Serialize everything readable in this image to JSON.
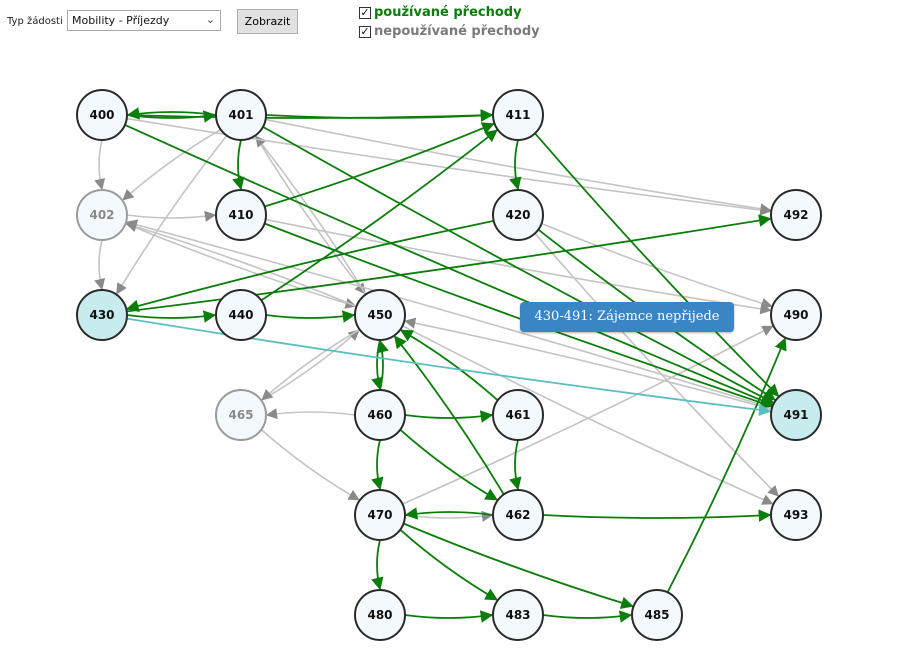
{
  "toolbar": {
    "type_label": "Typ žádosti",
    "type_value": "Mobility - Příjezdy",
    "show_button": "Zobrazit",
    "legend_used": "používané přechody",
    "legend_unused": "nepoužívané přechody",
    "legend_used_checked": true,
    "legend_unused_checked": true
  },
  "tooltip": "430-491: Zájemce nepřijede",
  "colors": {
    "used": "#0a7d0a",
    "unused": "#c4c4c4",
    "highlight": "#5bbfc2",
    "node_fill": "#f4f9fd",
    "node_highlight": "#c8ecee"
  },
  "nodes": [
    {
      "id": "400"
    },
    {
      "id": "401"
    },
    {
      "id": "411"
    },
    {
      "id": "402",
      "dim": true
    },
    {
      "id": "410"
    },
    {
      "id": "420"
    },
    {
      "id": "492"
    },
    {
      "id": "430",
      "highlight": true
    },
    {
      "id": "440"
    },
    {
      "id": "450"
    },
    {
      "id": "490"
    },
    {
      "id": "465",
      "dim": true
    },
    {
      "id": "460"
    },
    {
      "id": "461"
    },
    {
      "id": "491",
      "highlight": true
    },
    {
      "id": "470"
    },
    {
      "id": "462"
    },
    {
      "id": "493"
    },
    {
      "id": "480"
    },
    {
      "id": "483"
    },
    {
      "id": "485"
    }
  ],
  "edges_used": [
    [
      "400",
      "401"
    ],
    [
      "401",
      "400"
    ],
    [
      "401",
      "411"
    ],
    [
      "400",
      "411"
    ],
    [
      "401",
      "410"
    ],
    [
      "410",
      "411"
    ],
    [
      "411",
      "420"
    ],
    [
      "411",
      "491"
    ],
    [
      "420",
      "430"
    ],
    [
      "430",
      "492"
    ],
    [
      "400",
      "491"
    ],
    [
      "401",
      "491"
    ],
    [
      "410",
      "491"
    ],
    [
      "420",
      "491"
    ],
    [
      "430",
      "440"
    ],
    [
      "440",
      "450"
    ],
    [
      "440",
      "411"
    ],
    [
      "450",
      "460"
    ],
    [
      "460",
      "450"
    ],
    [
      "460",
      "461"
    ],
    [
      "460",
      "470"
    ],
    [
      "460",
      "462"
    ],
    [
      "461",
      "462"
    ],
    [
      "461",
      "450"
    ],
    [
      "462",
      "450"
    ],
    [
      "462",
      "470"
    ],
    [
      "462",
      "493"
    ],
    [
      "470",
      "480"
    ],
    [
      "470",
      "483"
    ],
    [
      "470",
      "485"
    ],
    [
      "480",
      "483"
    ],
    [
      "483",
      "485"
    ],
    [
      "485",
      "490"
    ]
  ],
  "edges_unused": [
    [
      "400",
      "402"
    ],
    [
      "402",
      "430"
    ],
    [
      "401",
      "402"
    ],
    [
      "402",
      "410"
    ],
    [
      "402",
      "450"
    ],
    [
      "450",
      "402"
    ],
    [
      "401",
      "450"
    ],
    [
      "450",
      "401"
    ],
    [
      "401",
      "430"
    ],
    [
      "401",
      "492"
    ],
    [
      "400",
      "492"
    ],
    [
      "410",
      "490"
    ],
    [
      "420",
      "490"
    ],
    [
      "465",
      "450"
    ],
    [
      "450",
      "465"
    ],
    [
      "460",
      "465"
    ],
    [
      "465",
      "470"
    ],
    [
      "470",
      "490"
    ],
    [
      "470",
      "462"
    ],
    [
      "450",
      "493"
    ],
    [
      "420",
      "493"
    ],
    [
      "491",
      "402"
    ],
    [
      "491",
      "450"
    ]
  ],
  "edges_highlight": [
    [
      "430",
      "491"
    ]
  ]
}
